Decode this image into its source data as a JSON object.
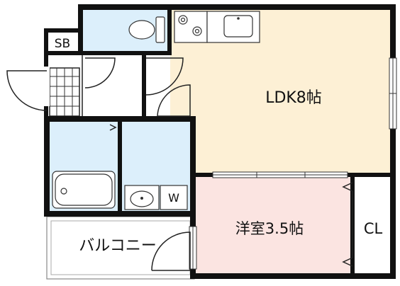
{
  "floorplan": {
    "rooms": {
      "ldk": {
        "label": "LDK8帖"
      },
      "western_room": {
        "label": "洋室3.5帖"
      },
      "closet": {
        "label": "CL"
      },
      "balcony": {
        "label": "バルコニー"
      },
      "shoe_box": {
        "label": "SB"
      },
      "washer": {
        "label": "W"
      }
    },
    "colors": {
      "ldk_floor": "#FDF0D5",
      "western_floor": "#FBE4E1",
      "wet_area": "#DCEFFB",
      "wall": "#111111"
    }
  }
}
